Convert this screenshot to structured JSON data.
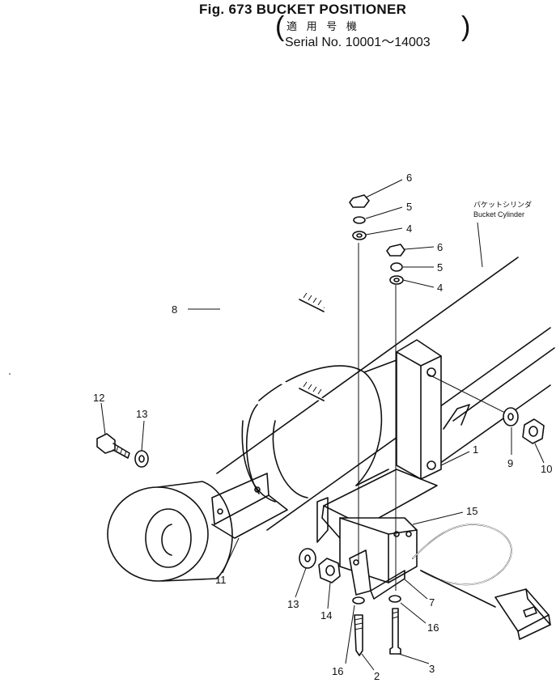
{
  "header": {
    "title": "Fig. 673 BUCKET POSITIONER",
    "applicable_label": "適 用 号 機",
    "serial": "Serial No. 10001～14003"
  },
  "callouts": {
    "cylinder_jp": "バケットシリンダ",
    "cylinder_en": "Bucket Cylinder"
  },
  "part_labels": [
    "6",
    "5",
    "4",
    "6",
    "5",
    "4",
    "8",
    "12",
    "13",
    "1",
    "9",
    "10",
    "15",
    "11",
    "13",
    "14",
    "7",
    "16",
    "16",
    "2",
    "3"
  ]
}
